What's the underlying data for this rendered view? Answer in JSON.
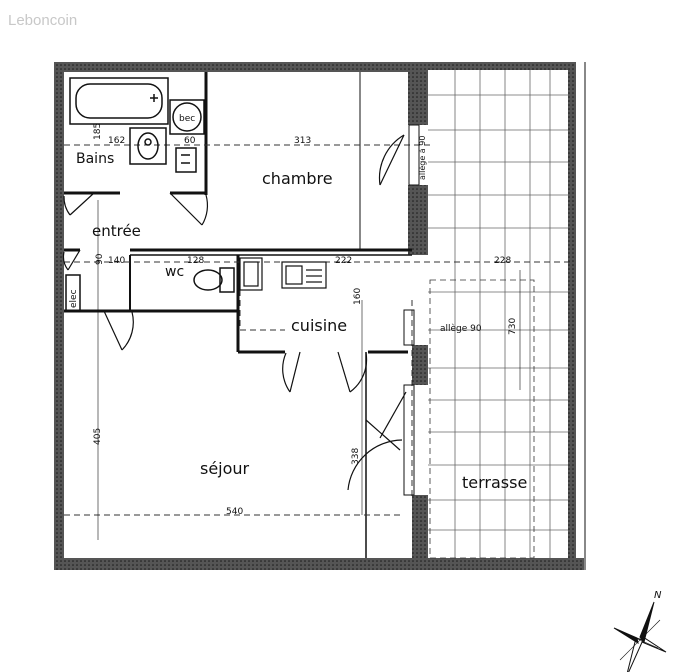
{
  "watermark": "Leboncoin",
  "rooms": {
    "bains": "Bains",
    "chambre": "chambre",
    "entree": "entrée",
    "wc": "wc",
    "cuisine": "cuisine",
    "sejour": "séjour",
    "terrasse": "terrasse"
  },
  "fixtures": {
    "bec": "bec",
    "elec": "elec"
  },
  "dimensions": {
    "d185": "185",
    "d162": "162",
    "d60": "60",
    "d313": "313",
    "d140": "140",
    "d128": "128",
    "d222": "222",
    "d228": "228",
    "d160": "160",
    "d730": "730",
    "d405": "405",
    "d338": "338",
    "d540": "540",
    "d90": "90"
  },
  "notes": {
    "allege_chambre": "allège à 90",
    "allege_cuisine": "allège 90"
  },
  "compass": {
    "north": "N"
  }
}
